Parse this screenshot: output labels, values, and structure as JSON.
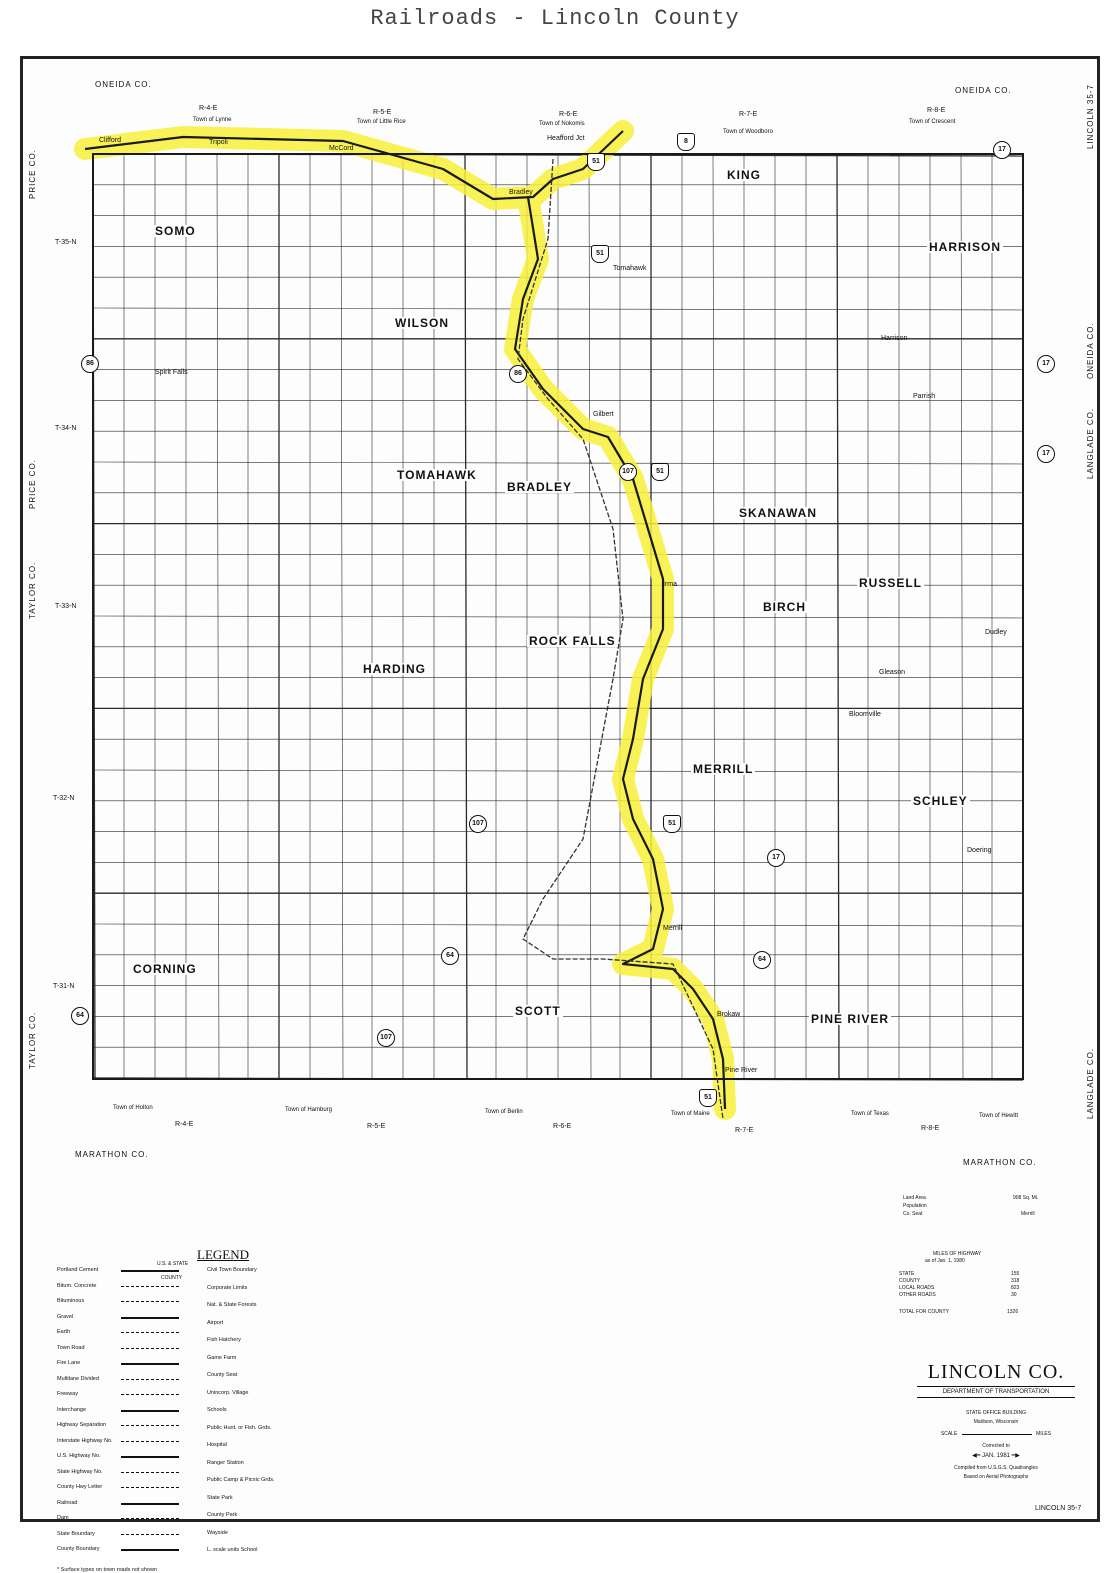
{
  "page_title": "Railroads - Lincoln County",
  "neighbors": {
    "top_left": "ONEIDA CO.",
    "top_right": "ONEIDA CO.",
    "bottom_left": "MARATHON CO.",
    "bottom_right": "MARATHON CO.",
    "left_1": "PRICE CO.",
    "left_2": "PRICE CO.",
    "left_3": "TAYLOR CO.",
    "left_4": "TAYLOR CO.",
    "right_1": "ONEIDA CO.",
    "right_2": "LANGLADE CO.",
    "right_3": "LANGLADE CO."
  },
  "sheet_code_top": "LINCOLN 35-7",
  "sheet_code_bottom": "LINCOLN 35-7",
  "ranges_top": [
    "R-4-E",
    "R-5-E",
    "R-6-E",
    "R-7-E",
    "R-8-E"
  ],
  "ranges_bottom": [
    "R-4-E",
    "R-5-E",
    "R-6-E",
    "R-7-E",
    "R-8-E"
  ],
  "townships_tiers": [
    "T-35-N",
    "T-34-N",
    "T-33-N",
    "T-32-N",
    "T-31-N"
  ],
  "top_towns": [
    "Town of Lynne",
    "Town of Little Rice",
    "Town of Nokomis",
    "Town of Woodboro",
    "Town of Crescent"
  ],
  "bottom_towns": [
    "Town of Holton",
    "Town of Hamburg",
    "Town of Berlin",
    "Town of Maine",
    "Town of Texas",
    "Town of Hewitt"
  ],
  "townships": [
    "SOMO",
    "KING",
    "HARRISON",
    "WILSON",
    "TOMAHAWK",
    "BRADLEY",
    "SKANAWAN",
    "RUSSELL",
    "BIRCH",
    "ROCK FALLS",
    "HARDING",
    "MERRILL",
    "SCHLEY",
    "CORNING",
    "SCOTT",
    "PINE RIVER"
  ],
  "places": [
    "Clifford",
    "Tripoli",
    "McCord",
    "Heafford Jct",
    "Bradley",
    "Tomahawk",
    "Harrison",
    "Spirit Falls",
    "Gilbert",
    "Irma",
    "Dudley",
    "Bloomville",
    "Doering",
    "Merrill",
    "Pine River",
    "Parrish",
    "Gleason",
    "Brokaw"
  ],
  "routes": {
    "us": [
      "51",
      "8",
      "51",
      "51",
      "51",
      "51"
    ],
    "state": [
      "17",
      "17",
      "17",
      "86",
      "86",
      "107",
      "107",
      "64",
      "64",
      "64",
      "17",
      "107"
    ]
  },
  "legend": {
    "title": "LEGEND",
    "header_left": "U.S. & STATE",
    "header_right": "COUNTY",
    "items_left": [
      "Portland Cement",
      "Bitum. Concrete",
      "Bituminous",
      "Gravel",
      "Earth",
      "Town Road",
      "Fire Lane",
      "Multilane Divided",
      "Freeway",
      "Interchange",
      "Highway Separation",
      "Interstate Highway No.",
      "U.S. Highway No.",
      "State Highway No.",
      "County Hwy Letter",
      "Railroad",
      "Dam",
      "State Boundary",
      "County Boundary"
    ],
    "items_right": [
      "Civil Town Boundary",
      "Corporate Limits",
      "Nat. & State Forests",
      "Airport",
      "Fish Hatchery",
      "Game Farm",
      "County Seat",
      "Unincorp. Village",
      "Schools",
      "Public Hunt. or Fish. Grds.",
      "Hospital",
      "Ranger Station",
      "Public Camp & Picnic Grds.",
      "State Park",
      "County Park",
      "Wayside",
      "L. scale units School"
    ],
    "footnote": "* Surface types on town roads not shown"
  },
  "stats": {
    "area_label": "Land Area",
    "area_value": "908 Sq. Mi.",
    "population_label": "Population",
    "seat_label": "Co. Seat",
    "seat_value": "Merrill",
    "miles_title": "MILES OF HIGHWAY",
    "miles_date": "as of Jan. 1, 1980",
    "rows": [
      {
        "label": "STATE",
        "value": "155"
      },
      {
        "label": "COUNTY",
        "value": "318"
      },
      {
        "label": "LOCAL ROADS",
        "value": "823"
      },
      {
        "label": "OTHER ROADS",
        "value": "30"
      }
    ],
    "total_label": "TOTAL FOR COUNTY",
    "total_value": "1326"
  },
  "titleblock": {
    "name": "LINCOLN CO.",
    "dept": "DEPARTMENT OF TRANSPORTATION",
    "office": "STATE OFFICE BUILDING",
    "city": "Madison, Wisconsin",
    "scale_label": "SCALE",
    "scale_unit": "MILES",
    "corrected": "Corrected to",
    "date": "JAN. 1981",
    "compiled": "Compiled from U.S.G.S. Quadrangles",
    "based": "Based on Aerial Photographs"
  },
  "colors": {
    "highlight": "#f7f03a",
    "ink": "#1a1a1a",
    "paper": "#fdfdfd"
  }
}
